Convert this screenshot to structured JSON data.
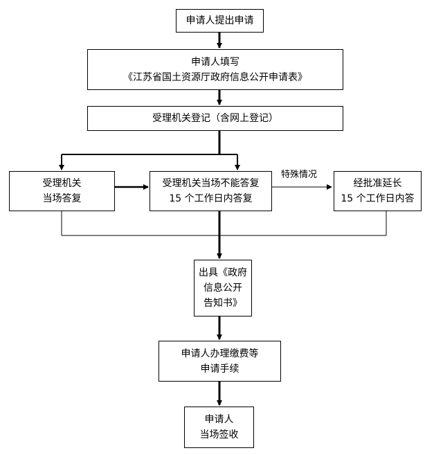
{
  "nodes": {
    "apply": {
      "lines": [
        "申请人提出申请"
      ]
    },
    "fill_form": {
      "lines": [
        "申请人填写",
        "《江苏省国土资源厅政府信息公开申请表》"
      ]
    },
    "register": {
      "lines": [
        "受理机关登记（含网上登记）"
      ]
    },
    "reply_on_spot": {
      "lines": [
        "受理机关",
        "当场答复"
      ]
    },
    "cannot_reply": {
      "lines": [
        "受理机关当场不能答复",
        "15 个工作日内答复"
      ]
    },
    "extend": {
      "lines": [
        "经批准延长",
        "15 个工作日内答"
      ]
    },
    "issue_notice": {
      "lines": [
        "出具《政府",
        "信息公开",
        "告知书》"
      ]
    },
    "pay_fees": {
      "lines": [
        "申请人办理缴费等",
        "申请手续"
      ]
    },
    "sign_receipt": {
      "lines": [
        "申请人",
        "当场签收"
      ]
    }
  },
  "labels": {
    "special_case": "特殊情况"
  }
}
